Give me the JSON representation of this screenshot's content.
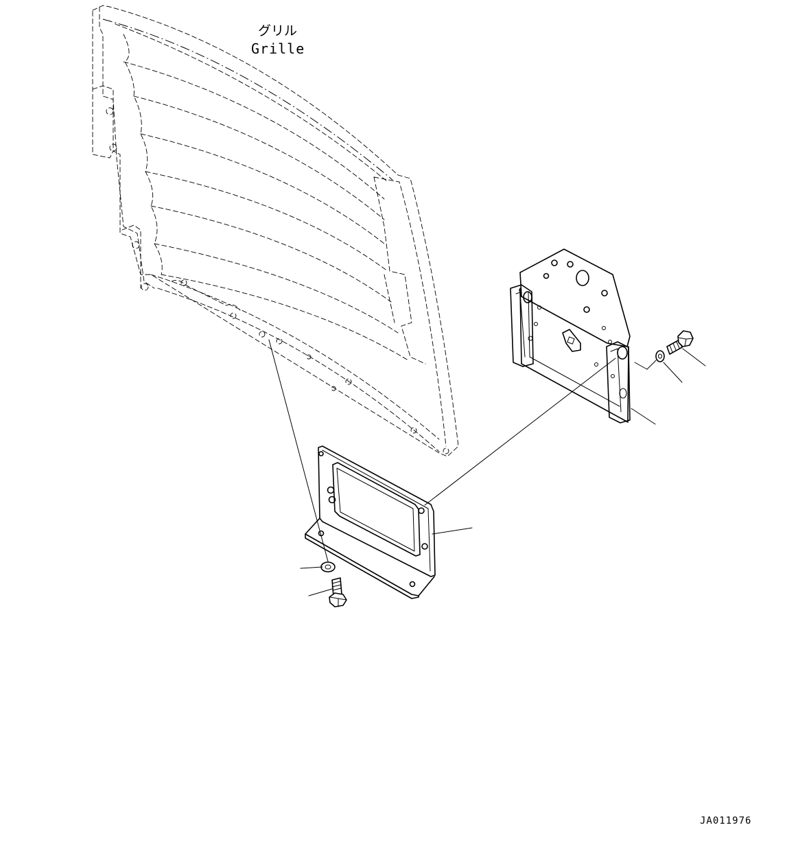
{
  "labels": {
    "grille_jp": "グリル",
    "grille_en": "Grille",
    "drawing_id": "JA011976"
  },
  "leaders": {
    "count": 6,
    "callout_numbers_visible": false
  },
  "colors": {
    "ink": "#000000",
    "background": "#ffffff"
  }
}
